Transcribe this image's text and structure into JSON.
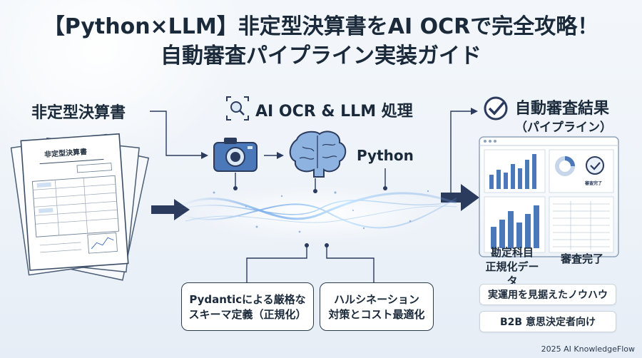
{
  "title": {
    "line1": "【Python×LLM】非定型決算書をAI OCRで完全攻略！",
    "line2": "自動審査パイプライン実装ガイド"
  },
  "input_label": "非定型決算書",
  "doc_heading": "非定型決算書",
  "process_label": "AI OCR & LLM 処理",
  "python_label": "Python",
  "result": {
    "title": "自動審査結果",
    "subtitle": "（パイプライン）",
    "approved_text": "審査完了",
    "col1_line1": "勘定科目",
    "col1_line2": "正規化データ",
    "col2_label": "審査完了"
  },
  "boxes": {
    "pydantic_line1": "Pydanticによる厳格な",
    "pydantic_line2": "スキーマ定義（正規化）",
    "halluc_line1": "ハルシネーション",
    "halluc_line2": "対策とコスト最適化"
  },
  "tags": {
    "practical": "実運用を見据えたノウハウ",
    "b2b": "B2B 意思決定者向け"
  },
  "footer": "2025 AI KnowledgeFlow",
  "colors": {
    "navy": "#2b3b5e",
    "accent_blue": "#4a78b8",
    "light_blue": "#8fb3e0"
  }
}
